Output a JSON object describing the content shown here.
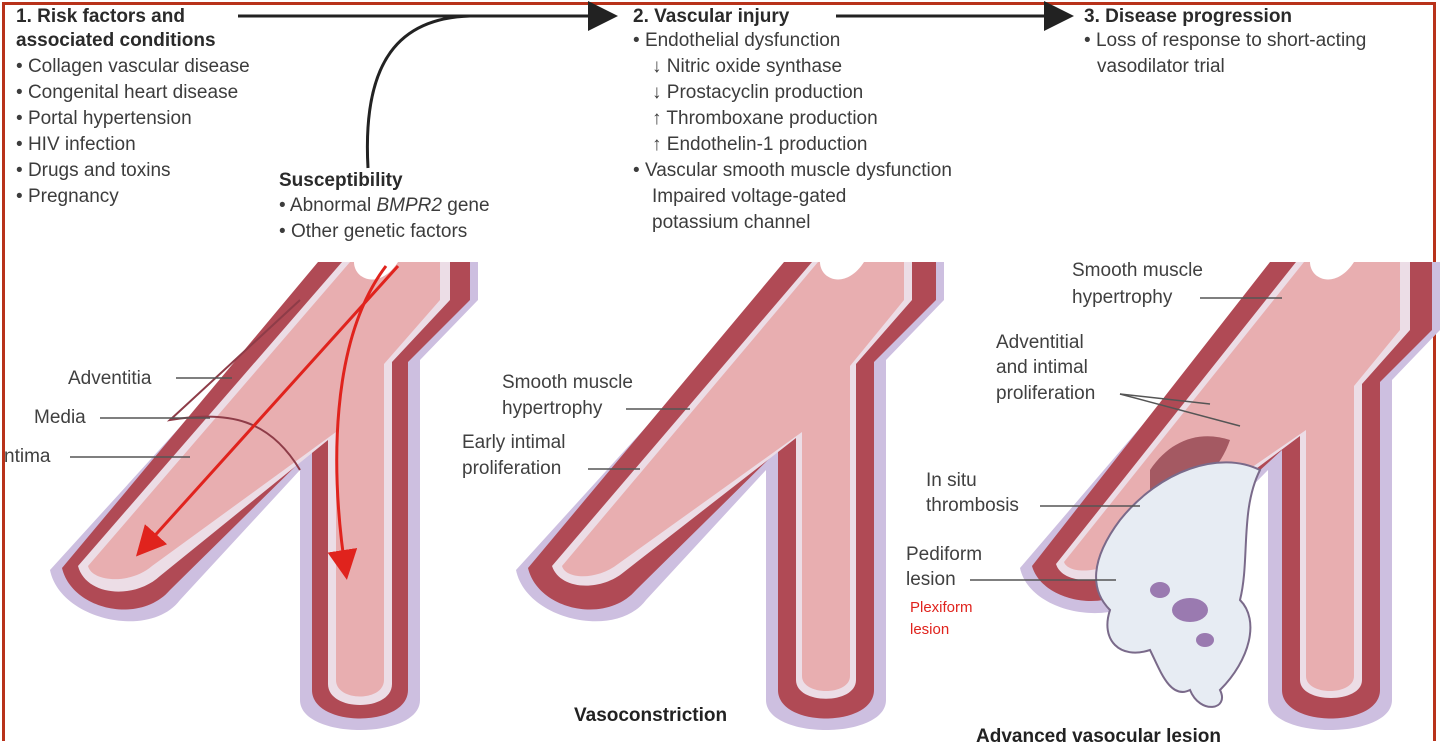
{
  "colors": {
    "frame": "#b8321a",
    "adventitia": "#cdbfe0",
    "media": "#b04a55",
    "intima": "#ecdde6",
    "lumen": "#e8aeb0",
    "arrow_red": "#e0231d",
    "plexiform_label": "#e0231d",
    "lesion_fill": "#e7ecf3"
  },
  "risk": {
    "title_line1": "1. Risk factors and",
    "title_line2": "associated conditions",
    "items": [
      "Collagen vascular disease",
      "Congenital heart disease",
      "Portal hypertension",
      "HIV infection",
      "Drugs and toxins",
      "Pregnancy"
    ]
  },
  "susceptibility": {
    "title": "Susceptibility",
    "item1_pre": "Abnormal ",
    "item1_gene": "BMPR2",
    "item1_post": " gene",
    "item2": "Other genetic factors"
  },
  "injury": {
    "title": "2. Vascular injury",
    "item1": "Endothelial dysfunction",
    "sub": [
      "↓ Nitric oxide synthase",
      "↓ Prostacyclin production",
      "↑ Thromboxane production",
      "↑ Endothelin-1 production"
    ],
    "item2": "Vascular smooth muscle dysfunction",
    "item2_line2": "Impaired voltage-gated",
    "item2_line3": "potassium channel"
  },
  "progression": {
    "title": "3. Disease progression",
    "item1_line1": "Loss of response to short-acting",
    "item1_line2": "vasodilator trial"
  },
  "labels": {
    "adventitia": "Adventitia",
    "media": "Media",
    "intima": "ntima",
    "smh2_line1": "Smooth muscle",
    "smh2_line2": "hypertrophy",
    "eip_line1": "Early intimal",
    "eip_line2": "proliferation",
    "smh3_line1": "Smooth muscle",
    "smh3_line2": "hypertrophy",
    "aip_line1": "Adventitial",
    "aip_line2": "and intimal",
    "aip_line3": "proliferation",
    "thr_line1": "In situ",
    "thr_line2": "thrombosis",
    "ped_line1": "Pediform",
    "ped_line2": "lesion",
    "plex_line1": "Plexiform",
    "plex_line2": "lesion"
  },
  "captions": {
    "vasoconstriction": "Vasoconstriction",
    "advanced": "Advanced vasocular lesion"
  }
}
